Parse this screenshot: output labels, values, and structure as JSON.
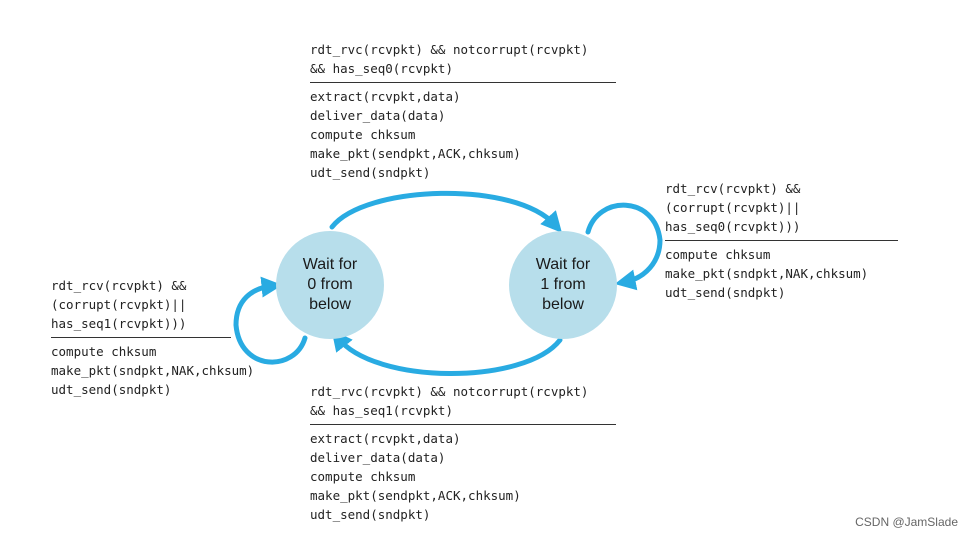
{
  "states": {
    "wait0": "Wait for\n0 from\nbelow",
    "wait1": "Wait for\n1 from\nbelow"
  },
  "transitions": {
    "top": {
      "condition": [
        "rdt_rvc(rcvpkt) && notcorrupt(rcvpkt)",
        "&& has_seq0(rcvpkt)"
      ],
      "actions": [
        "extract(rcvpkt,data)",
        "deliver_data(data)",
        "compute chksum",
        "make_pkt(sendpkt,ACK,chksum)",
        "udt_send(sndpkt)"
      ]
    },
    "right_self": {
      "condition": [
        "rdt_rcv(rcvpkt) &&",
        "(corrupt(rcvpkt)||",
        "has_seq0(rcvpkt)))"
      ],
      "actions": [
        "compute chksum",
        "make_pkt(sndpkt,NAK,chksum)",
        "udt_send(sndpkt)"
      ]
    },
    "left_self": {
      "condition": [
        "rdt_rcv(rcvpkt) &&",
        "(corrupt(rcvpkt)||",
        "has_seq1(rcvpkt)))"
      ],
      "actions": [
        "compute chksum",
        "make_pkt(sndpkt,NAK,chksum)",
        "udt_send(sndpkt)"
      ]
    },
    "bottom": {
      "condition": [
        "rdt_rvc(rcvpkt) && notcorrupt(rcvpkt)",
        "&& has_seq1(rcvpkt)"
      ],
      "actions": [
        "extract(rcvpkt,data)",
        "deliver_data(data)",
        "compute chksum",
        "make_pkt(sendpkt,ACK,chksum)",
        "udt_send(sndpkt)"
      ]
    }
  },
  "watermark": "CSDN @JamSlade",
  "colors": {
    "state_fill": "#b7deeb",
    "arrow": "#29abe2"
  }
}
